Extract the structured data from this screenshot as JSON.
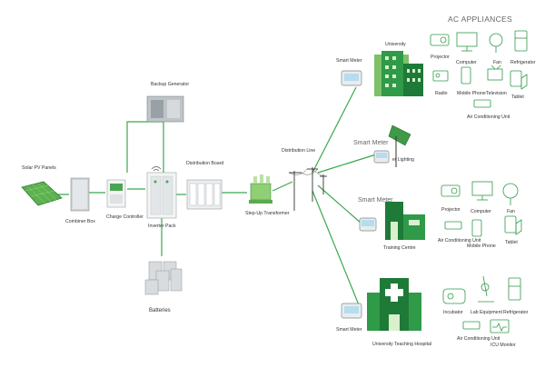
{
  "title": "AC APPLIANCES",
  "colors": {
    "line": "#3aa84f",
    "green_dark": "#1e7a37",
    "green": "#2f9a48",
    "green_light": "#8ccf7a",
    "grey": "#9e9e9e"
  },
  "nodes": {
    "solar": "Solar PV Panels",
    "combiner": "Combiner Box",
    "charge": "Charge Controller",
    "backup": "Backup Generator",
    "inverter": "Inverter Pack",
    "distribution_board": "Distribution Board",
    "batteries": "Batteries",
    "transformer": "Step-Up Transformer",
    "distribution_line": "Distribution Line"
  },
  "branches": {
    "university": {
      "meter": "Smart Meter",
      "building": "University",
      "appliances": [
        "Projector",
        "Computer",
        "Fan",
        "Refrigerator",
        "Radio",
        "Mobile Phone",
        "Television",
        "Tablet",
        "Air Conditioning Unit"
      ]
    },
    "street": {
      "meter": "Smart Meter",
      "label": "et Lighting"
    },
    "training": {
      "meter": "Smart Meter",
      "building": "Training Centre",
      "appliances": [
        "Projector",
        "Computer",
        "Fan",
        "Air Conditioning Unit",
        "Mobile Phone",
        "Tablet"
      ]
    },
    "hospital": {
      "meter": "Smart Meter",
      "building": "University Teaching Hospital",
      "appliances": [
        "Incubator",
        "Lab Equipment",
        "Refrigerator",
        "Air Conditioning Unit",
        "ICU Monitor"
      ]
    }
  }
}
